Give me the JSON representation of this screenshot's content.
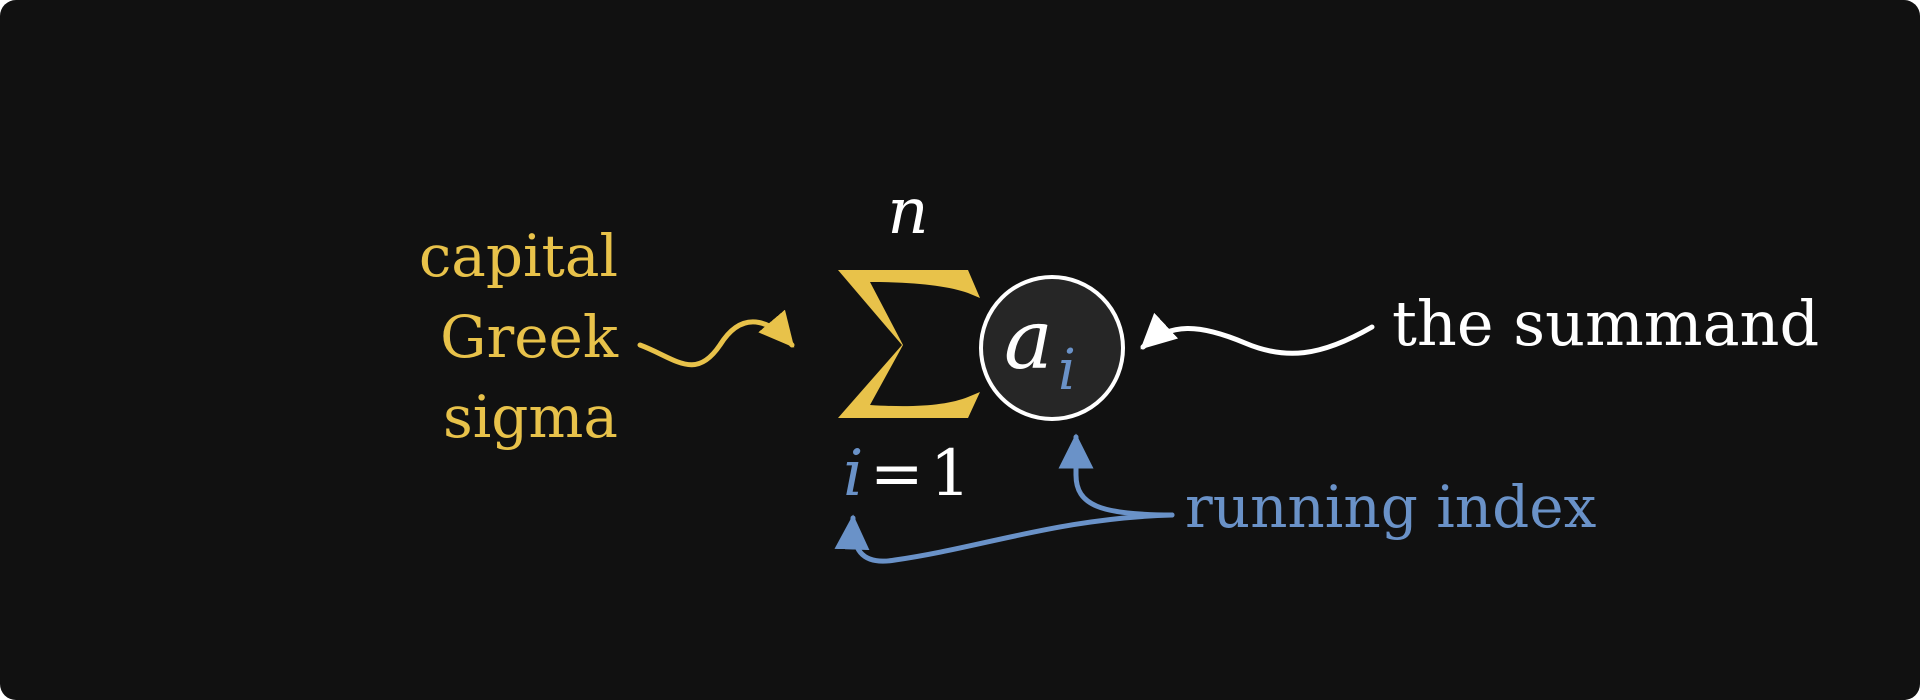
{
  "colors": {
    "background": "#111111",
    "yellow": "#e8c24a",
    "blue": "#6a92c8",
    "white": "#ffffff",
    "circle_fill": "#262626"
  },
  "labels": {
    "sigma_lines": [
      "capital",
      "Greek",
      "sigma"
    ],
    "summand": "the summand",
    "running_index": "running index"
  },
  "formula": {
    "upper_limit": "n",
    "lower_index": "i",
    "lower_equals": "=",
    "lower_value": "1",
    "term": "a",
    "term_index": "i"
  }
}
